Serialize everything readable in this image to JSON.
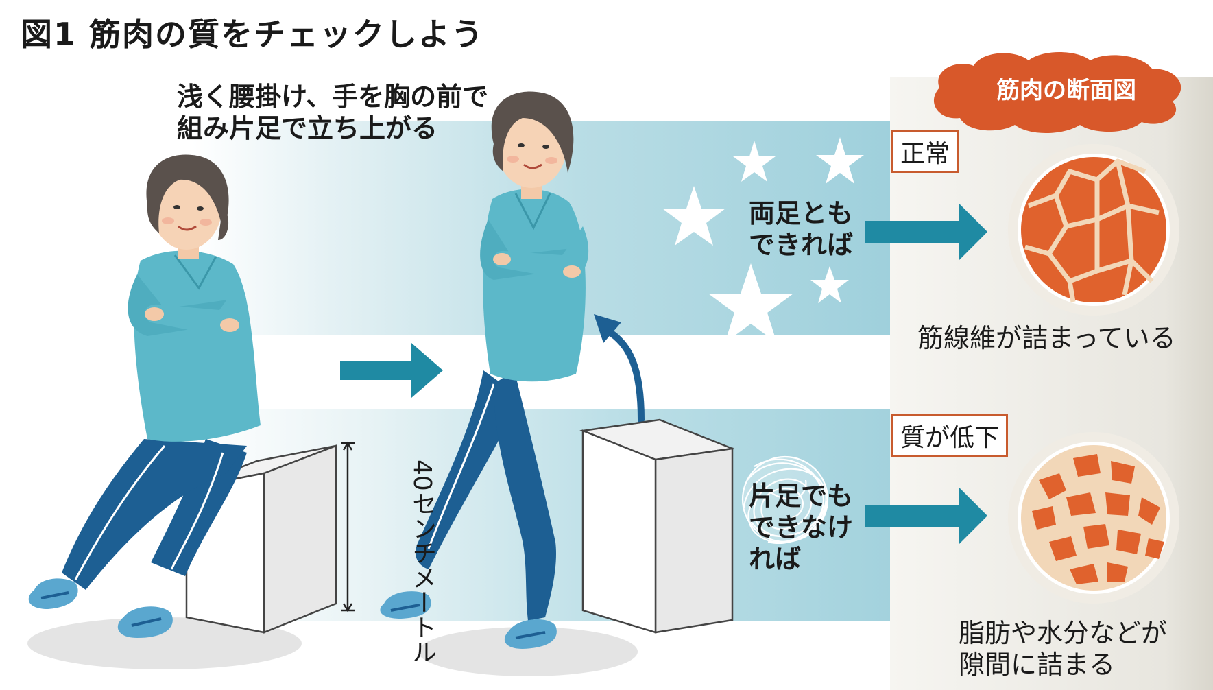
{
  "figure": {
    "title": "図1  筋肉の質をチェックしよう",
    "instruction_line1": "浅く腰掛け、手を胸の前で",
    "instruction_line2": "組み片足で立ち上がる",
    "box_height_label": "40センチメートル"
  },
  "cross_section": {
    "header": "筋肉の断面図",
    "normal": {
      "tag": "正常",
      "condition_line1": "両足とも",
      "condition_line2": "できれば",
      "caption": "筋線維が詰まっている"
    },
    "declined": {
      "tag": "質が低下",
      "condition_line1": "片足でも",
      "condition_line2": "できなけ",
      "condition_line3": "れば",
      "caption_line1": "脂肪や水分などが",
      "caption_line2": "隙間に詰まる"
    }
  },
  "colors": {
    "band": "#9fd0dc",
    "arrow": "#1f8aa3",
    "accent": "#d8582a",
    "muscle": "#e0622d",
    "gap": "#f2d7b8",
    "shirt": "#5cb8c9",
    "pants": "#1d5f93",
    "hair": "#5a514c"
  },
  "icons": [
    "star-icon",
    "tangled-scribble-icon",
    "right-arrow-icon",
    "curved-arrow-icon",
    "sneaker-icon"
  ]
}
